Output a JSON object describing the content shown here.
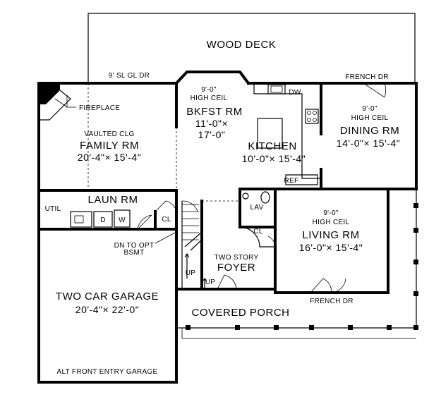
{
  "plan": {
    "labels": {
      "wood_deck": "WOOD DECK",
      "sl_gl_dr": "9' SL GL DR",
      "french_dr_top": "FRENCH DR",
      "fireplace": "FIREPLACE",
      "bkfst_ceil_1": "9'-0\"",
      "bkfst_ceil_2": "HIGH CEIL",
      "bkfst_name": "BKFST RM",
      "bkfst_dim_1": "11'-0\"×",
      "bkfst_dim_2": "17'-0\"",
      "dw": "DW",
      "dining_ceil_1": "9'-0\"",
      "dining_ceil_2": "HIGH CEIL",
      "dining_name": "DINING RM",
      "dining_dim": "14'-0\"× 15'-4\"",
      "family_clg": "VAULTED CLG",
      "family_name": "FAMILY RM",
      "family_dim": "20'-4\"× 15'-4\"",
      "kitchen_name": "KITCHEN",
      "kitchen_dim": "10'-0\"× 15'-4\"",
      "ref": "REF",
      "laun_name": "LAUN RM",
      "util": "UTIL",
      "washer": "W",
      "dryer": "D",
      "cl_laun": "CL",
      "lav": "LAV",
      "cl_foyer": "CL",
      "living_ceil_1": "9'-0\"",
      "living_ceil_2": "HIGH CEIL",
      "living_name": "LIVING RM",
      "living_dim": "16'-0\"× 15'-4\"",
      "dn_bsmt_1": "DN TO OPT",
      "dn_bsmt_2": "BSMT",
      "up_1": "UP",
      "up_2": "UP",
      "foyer_1": "TWO STORY",
      "foyer_2": "FOYER",
      "garage_name": "TWO CAR GARAGE",
      "garage_dim": "20'-4\"× 22'-0\"",
      "covered_porch": "COVERED PORCH",
      "french_dr_porch": "FRENCH DR",
      "alt_garage": "ALT FRONT ENTRY GARAGE"
    }
  }
}
